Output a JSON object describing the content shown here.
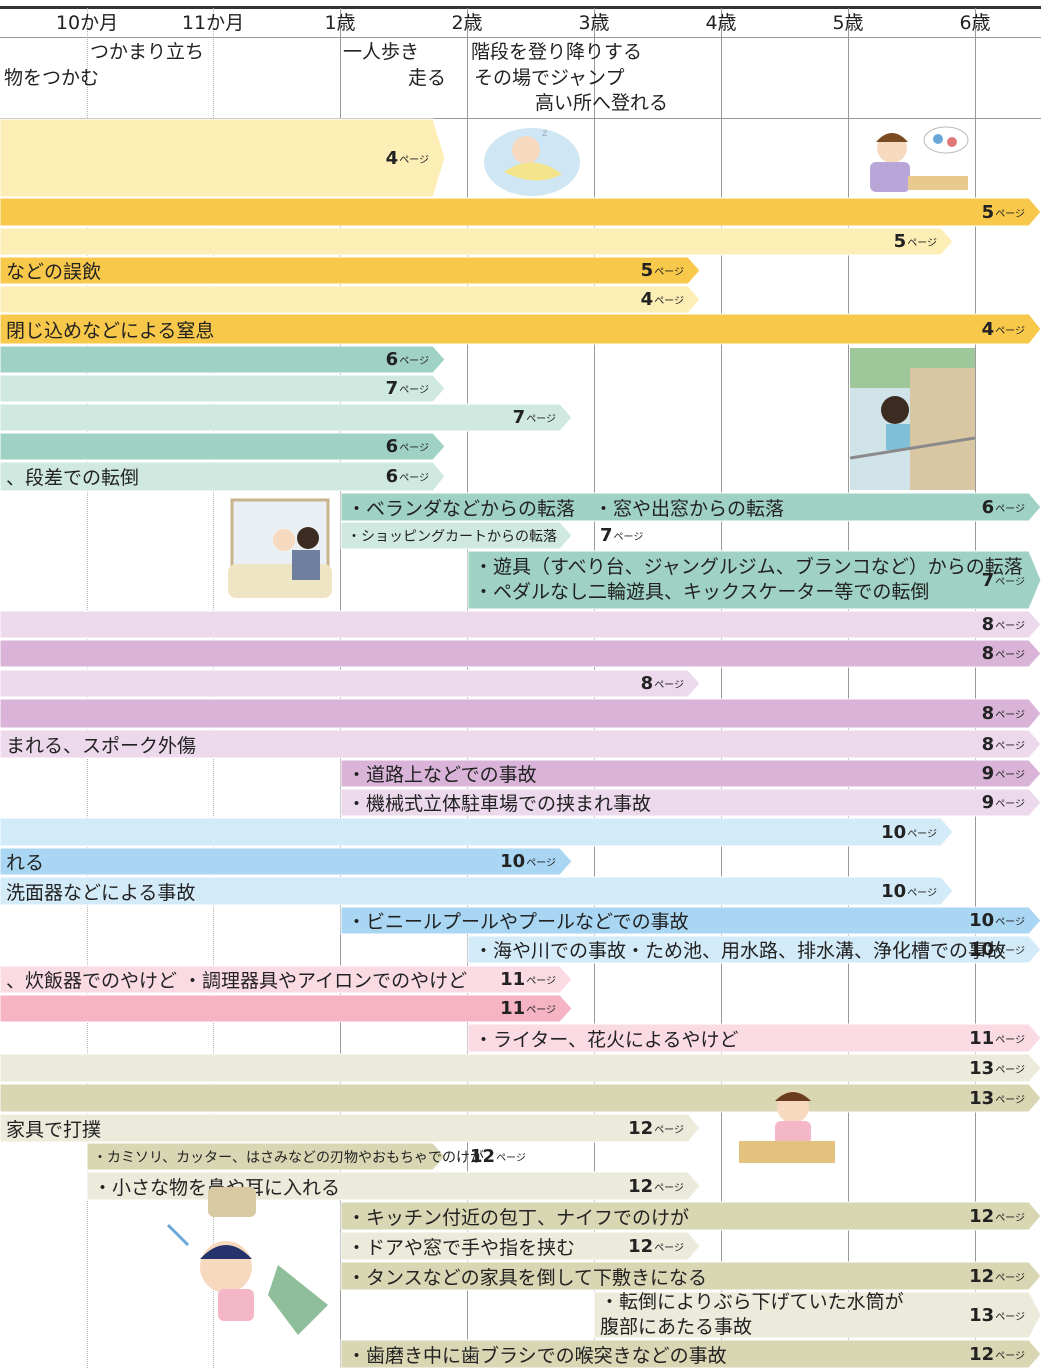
{
  "ages": [
    "10か月",
    "11か月",
    "1歳",
    "2歳",
    "3歳",
    "4歳",
    "5歳",
    "6歳"
  ],
  "milestones": [
    {
      "id": "m1",
      "text": "つかまり立ち"
    },
    {
      "id": "m2",
      "text": "物をつかむ"
    },
    {
      "id": "m3",
      "text": "一人歩き"
    },
    {
      "id": "m4",
      "text": "走る"
    },
    {
      "id": "m5",
      "text": "階段を登り降りする"
    },
    {
      "id": "m6",
      "text": "その場でジャンプ"
    },
    {
      "id": "m7",
      "text": "高い所へ登れる"
    }
  ],
  "page_unit": "ページ",
  "colors": {
    "yellow_dark": "#f8c84a",
    "yellow_light": "#fdeeb5",
    "green_dark": "#9fd2c4",
    "green_light": "#cfe9e1",
    "purple_dark": "#d9b4d8",
    "purple_light": "#ecd9ec",
    "blue_dark": "#a9d6f2",
    "blue_light": "#d3ebf8",
    "pink_dark": "#f5b3c3",
    "pink_light": "#fbdbe3",
    "khaki_dark": "#d8d6b3",
    "khaki_light": "#ebeadb"
  },
  "rows": [
    {
      "text": "",
      "page": "4"
    },
    {
      "text": "",
      "page": "5"
    },
    {
      "text": "",
      "page": "5"
    },
    {
      "text": "などの誤飲",
      "page": "5"
    },
    {
      "text": "",
      "page": "4"
    },
    {
      "text": "閉じ込めなどによる窒息",
      "page": "4"
    },
    {
      "text": "",
      "page": "6"
    },
    {
      "text": "",
      "page": "7"
    },
    {
      "text": "",
      "page": "7"
    },
    {
      "text": "",
      "page": "6"
    },
    {
      "text": "、段差での転倒",
      "page": "6"
    },
    {
      "text": "・ベランダなどからの転落　・窓や出窓からの転落",
      "page": "6"
    },
    {
      "text": "・ショッピングカートからの転落",
      "page": "7"
    },
    {
      "text": "・遊具（すべり台、ジャングルジム、ブランコなど）からの転落",
      "text2": "・ペダルなし二輪遊具、キックスケーター等での転倒",
      "page": "7"
    },
    {
      "text": "",
      "page": "8"
    },
    {
      "text": "",
      "page": "8"
    },
    {
      "text": "",
      "page": "8"
    },
    {
      "text": "",
      "page": "8"
    },
    {
      "text": "まれる、スポーク外傷",
      "page": "8"
    },
    {
      "text": "・道路上などでの事故",
      "page": "9"
    },
    {
      "text": "・機械式立体駐車場での挟まれ事故",
      "page": "9"
    },
    {
      "text": "",
      "page": "10"
    },
    {
      "text": "れる",
      "page": "10"
    },
    {
      "text": "洗面器などによる事故",
      "page": "10"
    },
    {
      "text": "・ビニールプールやプールなどでの事故",
      "page": "10"
    },
    {
      "text": "・海や川での事故・ため池、用水路、排水溝、浄化槽での事故",
      "page": "10"
    },
    {
      "text": "、炊飯器でのやけど ・調理器具やアイロンでのやけど",
      "page": "11"
    },
    {
      "text": "",
      "page": "11"
    },
    {
      "text": "・ライター、花火によるやけど",
      "page": "11"
    },
    {
      "text": "",
      "page": "13"
    },
    {
      "text": "",
      "page": "13"
    },
    {
      "text": "家具で打撲",
      "page": "12"
    },
    {
      "text": "・カミソリ、カッター、はさみなどの刃物やおもちゃでのけが",
      "page": "12"
    },
    {
      "text": "・小さな物を鼻や耳に入れる",
      "page": "12"
    },
    {
      "text": "・キッチン付近の包丁、ナイフでのけが",
      "page": "12"
    },
    {
      "text": "・ドアや窓で手や指を挟む",
      "page": "12"
    },
    {
      "text": "・タンスなどの家具を倒して下敷きになる",
      "page": "12"
    },
    {
      "text": "・転倒によりぶら下げていた水筒が",
      "text2": "腹部にあたる事故",
      "page": "13"
    },
    {
      "text": "・歯磨き中に歯ブラシでの喉突きなどの事故",
      "page": "12"
    }
  ]
}
